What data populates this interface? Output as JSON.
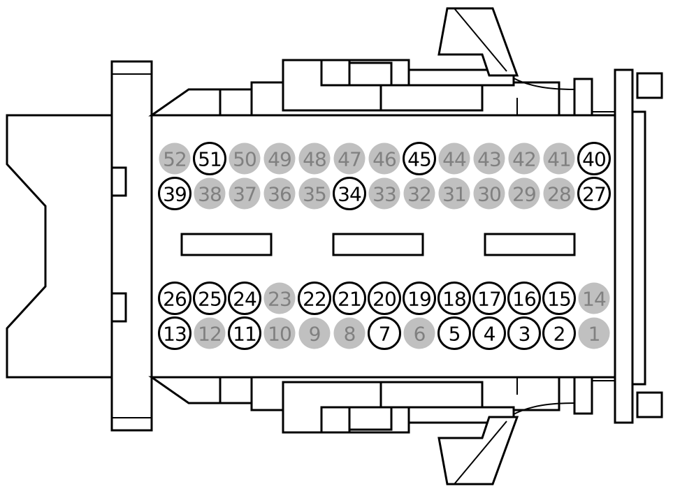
{
  "colors": {
    "populated_fill": "#ffffff",
    "populated_stroke": "#000000",
    "populated_text": "#000000",
    "empty_fill": "#c0c0c0",
    "empty_text": "#808080",
    "outline": "#000000"
  },
  "pin_rows": [
    {
      "row": "top-1",
      "pins": [
        {
          "label": "52",
          "populated": false
        },
        {
          "label": "51",
          "populated": true
        },
        {
          "label": "50",
          "populated": false
        },
        {
          "label": "49",
          "populated": false
        },
        {
          "label": "48",
          "populated": false
        },
        {
          "label": "47",
          "populated": false
        },
        {
          "label": "46",
          "populated": false
        },
        {
          "label": "45",
          "populated": true
        },
        {
          "label": "44",
          "populated": false
        },
        {
          "label": "43",
          "populated": false
        },
        {
          "label": "42",
          "populated": false
        },
        {
          "label": "41",
          "populated": false
        },
        {
          "label": "40",
          "populated": true
        }
      ]
    },
    {
      "row": "top-2",
      "pins": [
        {
          "label": "39",
          "populated": true
        },
        {
          "label": "38",
          "populated": false
        },
        {
          "label": "37",
          "populated": false
        },
        {
          "label": "36",
          "populated": false
        },
        {
          "label": "35",
          "populated": false
        },
        {
          "label": "34",
          "populated": true
        },
        {
          "label": "33",
          "populated": false
        },
        {
          "label": "32",
          "populated": false
        },
        {
          "label": "31",
          "populated": false
        },
        {
          "label": "30",
          "populated": false
        },
        {
          "label": "29",
          "populated": false
        },
        {
          "label": "28",
          "populated": false
        },
        {
          "label": "27",
          "populated": true
        }
      ]
    },
    {
      "row": "bottom-1",
      "pins": [
        {
          "label": "26",
          "populated": true
        },
        {
          "label": "25",
          "populated": true
        },
        {
          "label": "24",
          "populated": true
        },
        {
          "label": "23",
          "populated": false
        },
        {
          "label": "22",
          "populated": true
        },
        {
          "label": "21",
          "populated": true
        },
        {
          "label": "20",
          "populated": true
        },
        {
          "label": "19",
          "populated": true
        },
        {
          "label": "18",
          "populated": true
        },
        {
          "label": "17",
          "populated": true
        },
        {
          "label": "16",
          "populated": true
        },
        {
          "label": "15",
          "populated": true
        },
        {
          "label": "14",
          "populated": false
        }
      ]
    },
    {
      "row": "bottom-2",
      "pins": [
        {
          "label": "13",
          "populated": true
        },
        {
          "label": "12",
          "populated": false
        },
        {
          "label": "11",
          "populated": true
        },
        {
          "label": "10",
          "populated": false
        },
        {
          "label": "9",
          "populated": false
        },
        {
          "label": "8",
          "populated": false
        },
        {
          "label": "7",
          "populated": true
        },
        {
          "label": "6",
          "populated": false
        },
        {
          "label": "5",
          "populated": true
        },
        {
          "label": "4",
          "populated": true
        },
        {
          "label": "3",
          "populated": true
        },
        {
          "label": "2",
          "populated": true
        },
        {
          "label": "1",
          "populated": false
        }
      ]
    }
  ]
}
